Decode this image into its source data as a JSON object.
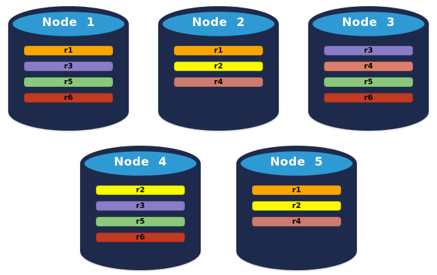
{
  "palette": {
    "background": "#FFFFFF",
    "cylinder_body": "#1E2A4C",
    "cylinder_top_fill": "#2E9AD4",
    "cylinder_top_stroke": "#1E2A4C",
    "node_title_color": "#FFFFFF",
    "bar_text_color": "#000000"
  },
  "nodes": [
    {
      "title": "Node 1",
      "row": 1,
      "replicas": [
        {
          "label": "r1",
          "fill": "#F9A602",
          "border": "#DD8E00"
        },
        {
          "label": "r3",
          "fill": "#8B7CC8",
          "border": "#7363B6"
        },
        {
          "label": "r5",
          "fill": "#8CC87C",
          "border": "#6FB35E"
        },
        {
          "label": "r6",
          "fill": "#C23A22",
          "border": "#A52F1A"
        }
      ]
    },
    {
      "title": "Node 2",
      "row": 1,
      "replicas": [
        {
          "label": "r1",
          "fill": "#F9A602",
          "border": "#DD8E00"
        },
        {
          "label": "r2",
          "fill": "#FBFB00",
          "border": "#B9B900"
        },
        {
          "label": "r4",
          "fill": "#CE7B6F",
          "border": "#B96659"
        }
      ]
    },
    {
      "title": "Node 3",
      "row": 1,
      "replicas": [
        {
          "label": "r3",
          "fill": "#8B7CC8",
          "border": "#7363B6"
        },
        {
          "label": "r4",
          "fill": "#DD7D6B",
          "border": "#C26553"
        },
        {
          "label": "r5",
          "fill": "#8CC87C",
          "border": "#6FB35E"
        },
        {
          "label": "r6",
          "fill": "#C23A22",
          "border": "#A52F1A"
        }
      ]
    },
    {
      "title": "Node 4",
      "row": 2,
      "replicas": [
        {
          "label": "r2",
          "fill": "#FBFB00",
          "border": "#B9B900"
        },
        {
          "label": "r3",
          "fill": "#8B7CC8",
          "border": "#7363B6"
        },
        {
          "label": "r5",
          "fill": "#8CC87C",
          "border": "#6FB35E"
        },
        {
          "label": "r6",
          "fill": "#C23A22",
          "border": "#A52F1A"
        }
      ]
    },
    {
      "title": "Node 5",
      "row": 2,
      "replicas": [
        {
          "label": "r1",
          "fill": "#F9A602",
          "border": "#DD8E00"
        },
        {
          "label": "r2",
          "fill": "#FBFB00",
          "border": "#B9B900"
        },
        {
          "label": "r4",
          "fill": "#CE7B6F",
          "border": "#B96659"
        }
      ]
    }
  ]
}
